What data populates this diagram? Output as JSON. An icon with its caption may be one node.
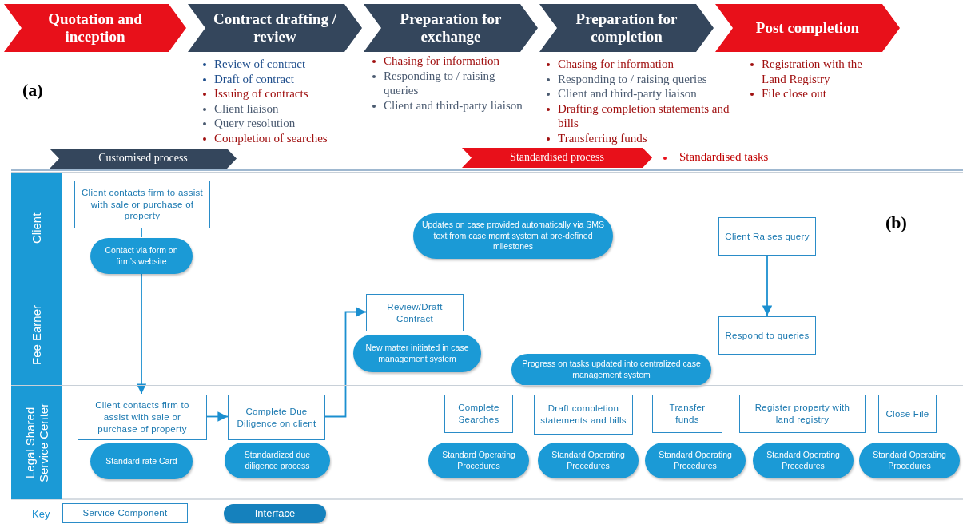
{
  "diagram": {
    "nodes": [
      {
        "text": [
          "Quotation and inception"
        ]
      },
      {
        "text": [
          "Contract drafting / review"
        ],
        "beside": [
          "Review of contract",
          "Draft of contract",
          "Issuing of contracts",
          "Client liaison",
          "Query resolution",
          "Completion of searches"
        ]
      },
      {
        "text": [
          "Preparation for exchange"
        ],
        "beside": [
          "Chasing for information",
          "Responding to / raising queries",
          "Client and third-party liaison"
        ]
      },
      {
        "text": [
          "Preparation for completion"
        ],
        "beside": [
          "Chasing for information",
          "Responding to / raising queries",
          "Client and third-party liaison",
          "Drafting completion statements and bills",
          "Transferring funds"
        ]
      },
      {
        "text": [
          "Post completion"
        ],
        "beside": [
          "Registration with the Land Registry",
          "File close out"
        ]
      },
      {
        "text": [
          "Customised process"
        ]
      },
      {
        "text": [
          "Standardised process"
        ]
      },
      {
        "text": [
          "Client"
        ]
      },
      {
        "text": [
          "Client contacts firm to assist with sale or purchase of property"
        ],
        "in": 7
      },
      {
        "text": [
          "Contact via form on firm’s website"
        ],
        "in": 7
      },
      {
        "text": [
          "Updates on case provided automatically via SMS text from case mgmt system at pre-defined milestones"
        ],
        "in": 7
      },
      {
        "text": [
          "Client Raises query"
        ],
        "in": 7
      },
      {
        "text": [
          "Fee Earner"
        ]
      },
      {
        "text": [
          "Review/Draft Contract"
        ],
        "in": 12
      },
      {
        "text": [
          "New matter initiated in case management system"
        ],
        "in": 12
      },
      {
        "text": [
          "Respond to queries"
        ],
        "in": 12
      },
      {
        "text": [
          "Progress on tasks updated into centralized case management system"
        ],
        "in": 12
      },
      {
        "text": [
          "Legal Shared Service Center"
        ]
      },
      {
        "text": [
          "Client contacts firm to assist with sale or purchase of property"
        ],
        "in": 17
      },
      {
        "text": [
          "Standard rate Card"
        ],
        "in": 17
      },
      {
        "text": [
          "Complete Due Diligence on client"
        ],
        "in": 17
      },
      {
        "text": [
          "Standardized due diligence process"
        ],
        "in": 17
      },
      {
        "text": [
          "Complete Searches"
        ],
        "in": 17
      },
      {
        "text": [
          "Standard Operating Procedures"
        ],
        "in": 17
      },
      {
        "text": [
          "Draft completion statements and bills"
        ],
        "in": 17
      },
      {
        "text": [
          "Standard Operating Procedures"
        ],
        "in": 17
      },
      {
        "text": [
          "Transfer funds"
        ],
        "in": 17
      },
      {
        "text": [
          "Standard Operating Procedures"
        ],
        "in": 17
      },
      {
        "text": [
          "Register property with land registry"
        ],
        "in": 17
      },
      {
        "text": [
          "Standard Operating Procedures"
        ],
        "in": 17
      },
      {
        "text": [
          "Close File"
        ],
        "in": 17
      },
      {
        "text": [
          "Standard Operating Procedures"
        ],
        "in": 17
      }
    ],
    "edges": [
      {
        "from": 8,
        "to": 9,
        "arrow": "none"
      },
      {
        "from": 9,
        "to": 18,
        "arrow": "to"
      },
      {
        "from": 18,
        "to": 20,
        "arrow": "to"
      },
      {
        "from": 20,
        "to": 13,
        "arrow": "to"
      },
      {
        "from": 11,
        "to": 15,
        "arrow": "to"
      }
    ],
    "labels": [
      "(a)",
      "(b)",
      "Key"
    ],
    "legend": [
      {
        "text": "Standardised tasks",
        "color": "#e8101a"
      },
      {
        "text": "Service Component"
      },
      {
        "text": "Interface"
      }
    ]
  }
}
